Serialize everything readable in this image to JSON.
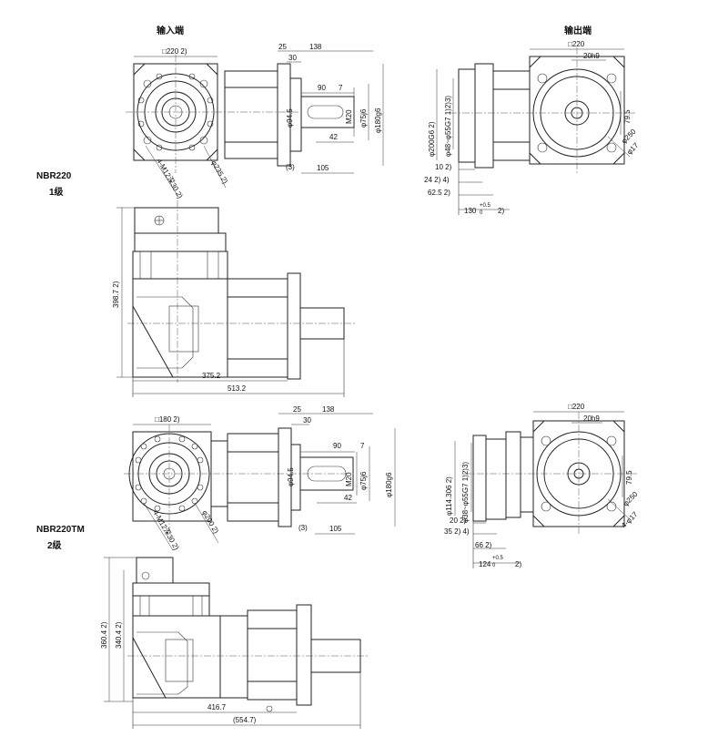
{
  "headings": {
    "input_end": "输入端",
    "output_end": "输出端"
  },
  "models": [
    {
      "name": "NBR220",
      "stage": "1级",
      "input_view": {
        "square": "□220  2)",
        "d25": "25",
        "d138": "138",
        "d30": "30",
        "d90": "90",
        "d7": "7",
        "m20": "M20",
        "shaft_d": "φ94.5",
        "d75": "φ75j6",
        "d180": "φ180g6",
        "d42": "42",
        "d3": "(3)",
        "d105": "105",
        "bolt": "4-M12深30  2)",
        "pcd": "φ235  2)"
      },
      "output_view": {
        "square": "□220",
        "key": "20h9",
        "d200": "φ200G6  2)",
        "d48": "φ48~φ55G7  1)2)3)",
        "d79": "79.5",
        "d250": "φ250",
        "d17": "φ17",
        "d10": "10  2)",
        "d24": "24  2) 4)",
        "d62": "62.5  2)",
        "d130": "130",
        "tol": "+0.5",
        "tol0": "0",
        "note2": "2)"
      },
      "side_view": {
        "height": "398.7  2)",
        "len1": "375.2",
        "len2": "513.2"
      }
    },
    {
      "name": "NBR220TM",
      "stage": "2级",
      "input_view": {
        "square": "□180  2)",
        "d25": "25",
        "d138": "138",
        "d30": "30",
        "d90": "90",
        "d7": "7",
        "m20": "M20",
        "shaft_d": "φ94.5",
        "d75": "φ75j6",
        "d180": "φ180g6",
        "d42": "42",
        "d3": "(3)",
        "d105": "105",
        "bolt": "4-M12深30  2)",
        "pcd": "φ200  2)"
      },
      "output_view": {
        "square": "□220",
        "key": "20h9",
        "d114": "φ114.306  2)",
        "d38": "φ38~φ55G7  1)2)3)",
        "d79": "79.5",
        "d250": "φ250",
        "d17": "4-φ17",
        "d20": "20  2)",
        "d35": "35  2) 4)",
        "d66": "66  2)",
        "d124": "124",
        "tol": "+0.5",
        "tol0": "0",
        "note2": "2)"
      },
      "side_view": {
        "h1": "360.4  2)",
        "h2": "340.4  2)",
        "len1": "416.7",
        "len2": "(554.7)"
      }
    }
  ]
}
